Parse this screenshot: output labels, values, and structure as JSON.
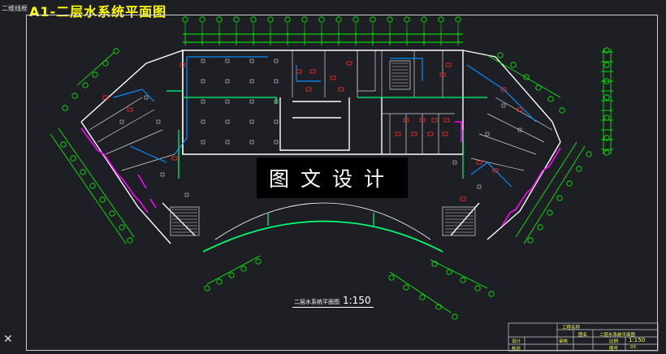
{
  "top_label": "二维线框",
  "drawing_title": "A1-二层水系统平面图",
  "watermark_text": "图文设计",
  "plan_caption": {
    "text": "二层水系统平面图",
    "scale": "1:150"
  },
  "ucs_icon": "ucs-x-icon",
  "title_block": {
    "project": "工程名称",
    "drawing_name_label": "图名",
    "drawing_name": "二层水系统平面图",
    "scale_label": "比例",
    "scale_value": "1:150",
    "drawing_no_label": "图号",
    "drawing_no": "03",
    "roles": [
      "设计",
      "校对",
      "审核"
    ]
  },
  "colors": {
    "background": "#1e1f24",
    "wall": "#ffffff",
    "dimension": "#00ff00",
    "water_pipe": "#00a0ff",
    "drain_pipe": "#00ff70",
    "fixture": "#ff3030",
    "room_label": "#ff3030",
    "column": "#ff00ff",
    "title": "#ffff00"
  }
}
